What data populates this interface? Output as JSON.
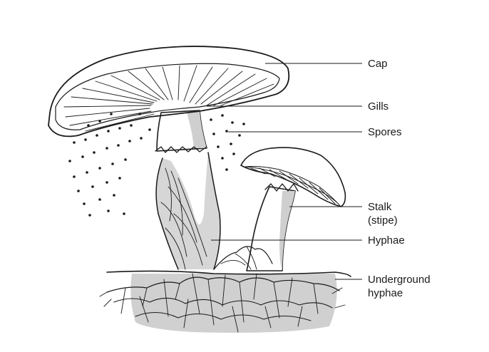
{
  "labels": {
    "cap": "Cap",
    "gills": "Gills",
    "spores": "Spores",
    "stalk_line1": "Stalk",
    "stalk_line2": "(stipe)",
    "hyphae": "Hyphae",
    "underground_line1": "Underground",
    "underground_line2": "hyphae"
  },
  "colors": {
    "ink": "#1a1a1a",
    "shade": "#cfcfcf",
    "soil": "#c8c8c8",
    "paper": "#ffffff"
  }
}
